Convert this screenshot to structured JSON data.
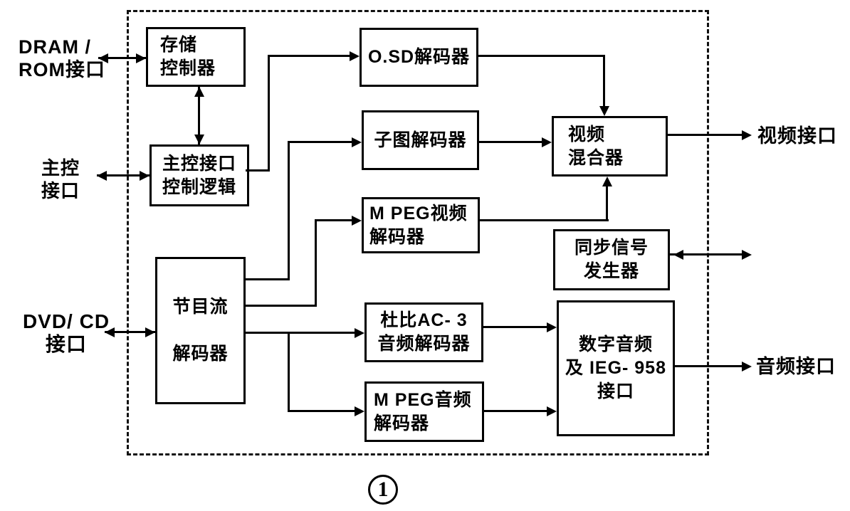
{
  "diagram": {
    "title_semantic": "DVD decoder chip block diagram",
    "figure_number": "1",
    "colors": {
      "line": "#000000",
      "background": "#ffffff"
    },
    "blocks": {
      "memory_controller": {
        "label": "存储\n控制器"
      },
      "host_interface_logic": {
        "label": "主控接口\n控制逻辑"
      },
      "osd_decoder": {
        "label": "O.SD解码器"
      },
      "subpicture_decoder": {
        "label": "子图解码器"
      },
      "mpeg_video_decoder": {
        "label": "M PEG视频\n解码器"
      },
      "video_mixer": {
        "label": "视频\n混合器"
      },
      "sync_signal_generator": {
        "label": "同步信号\n发生器"
      },
      "program_stream_decoder": {
        "label": "节目流\n\n解码器"
      },
      "dolby_ac3_audio_decoder": {
        "label": "杜比AC- 3\n音频解码器"
      },
      "mpeg_audio_decoder": {
        "label": "M PEG音频\n解码器"
      },
      "digital_audio_interface": {
        "label": "数字音频\n及 IEG- 958\n接口"
      }
    },
    "external_labels": {
      "dram_rom_interface": "DRAM /\nROM接口",
      "host_interface": "主控\n接口",
      "dvd_cd_interface": "DVD/ CD\n接口",
      "video_interface": "视频接口",
      "audio_interface": "音频接口"
    }
  }
}
